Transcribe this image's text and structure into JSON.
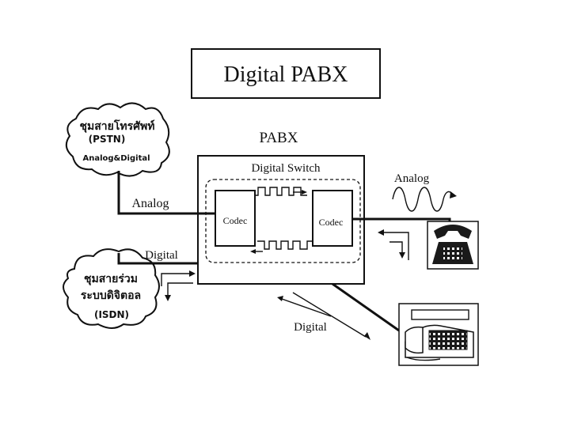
{
  "diagram": {
    "title": "Digital PABX",
    "pabx_label": "PABX",
    "switch_label": "Digital Switch",
    "codec_left": "Codec",
    "codec_right": "Codec",
    "pstn": {
      "line1": "ชุมสายโทรศัพท์",
      "line2": "(PSTN)",
      "line3": "Analog&Digital"
    },
    "isdn": {
      "line1": "ชุมสายร่วม",
      "line2": "ระบบดิจิตอล",
      "line3": "(ISDN)"
    },
    "links": {
      "pstn_link": "Analog",
      "isdn_link": "Digital",
      "phone_link": "Analog",
      "digital_phone_link": "Digital"
    },
    "icons": {
      "analog_phone": "telephone-icon",
      "digital_phone": "digital-telephone-icon"
    },
    "colors": {
      "ink": "#111111",
      "paper": "#ffffff",
      "phone_body": "#1a1a1a"
    }
  }
}
